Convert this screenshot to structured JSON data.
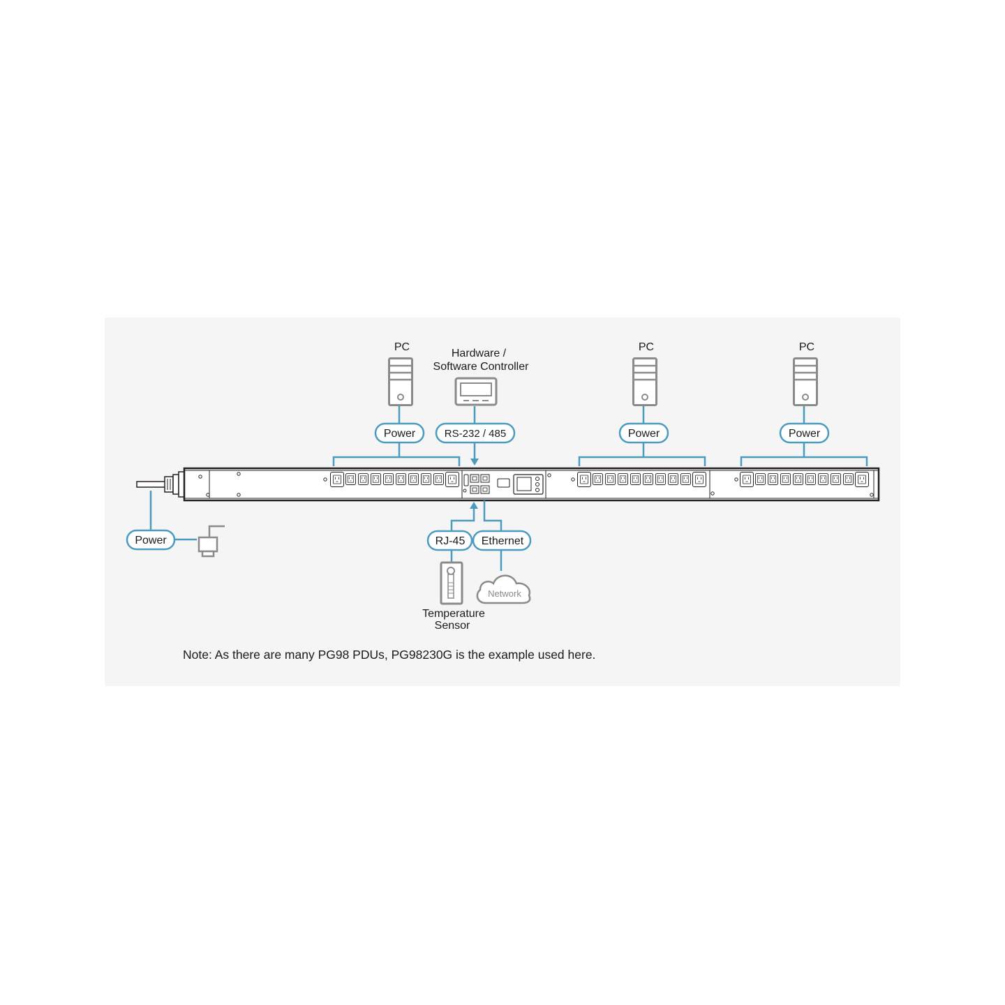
{
  "colors": {
    "background_panel": "#f5f5f5",
    "accent": "#4a9bbd",
    "device_gray": "#8a8a8a",
    "pdu_outline": "#231f20",
    "text": "#1a1a1a"
  },
  "devices": {
    "pc_left": {
      "label": "PC",
      "icon": "pc-tower-icon"
    },
    "controller": {
      "label_line1": "Hardware /",
      "label_line2": "Software Controller",
      "icon": "controller-screen-icon"
    },
    "pc_middle": {
      "label": "PC",
      "icon": "pc-tower-icon"
    },
    "pc_right": {
      "label": "PC",
      "icon": "pc-tower-icon"
    },
    "temperature_sensor": {
      "label_line1": "Temperature",
      "label_line2": "Sensor",
      "icon": "temperature-sensor-icon"
    },
    "network": {
      "label": "Network",
      "icon": "cloud-icon"
    },
    "power_source": {
      "icon": "power-outlet-icon"
    }
  },
  "connections": {
    "power_pc_left": "Power",
    "rs232": "RS-232 / 485",
    "power_pc_middle": "Power",
    "power_pc_right": "Power",
    "power_input": "Power",
    "rj45": "RJ-45",
    "ethernet": "Ethernet"
  },
  "note": "Note: As there are many PG98 PDUs, PG98230G is the example used here."
}
